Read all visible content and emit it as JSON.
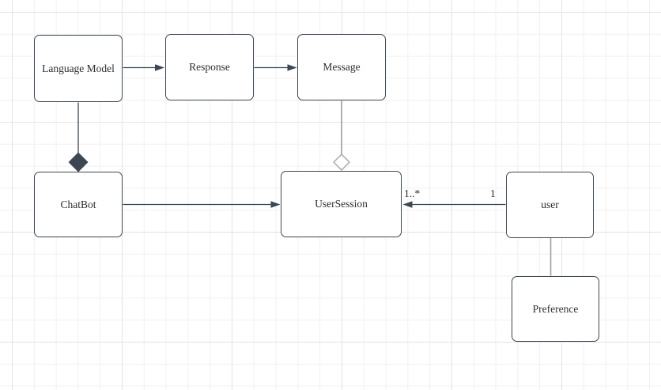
{
  "canvas": {
    "background_color": "#ffffff",
    "grid_minor_color": "#f1f1f2",
    "grid_major_color": "#e4e4e6"
  },
  "palette": {
    "background-color": "#ffffff",
    "grid-minor-color": "#f1f1f2",
    "grid-major-color": "#e4e4e6",
    "node-fill": "#ffffff",
    "node-stroke": "#3c4753",
    "connector-dark": "#3c4753",
    "connector-gray": "#a5a5a5",
    "label-text": "#2b2e33"
  },
  "diagram": {
    "nodes": [
      {
        "id": "language-model",
        "label": "Language Model"
      },
      {
        "id": "response",
        "label": "Response"
      },
      {
        "id": "message",
        "label": "Message"
      },
      {
        "id": "chatbot",
        "label": "ChatBot"
      },
      {
        "id": "user-session",
        "label": "UserSession"
      },
      {
        "id": "user",
        "label": "user"
      },
      {
        "id": "preference",
        "label": "Preference"
      }
    ],
    "edges": [
      {
        "from": "language-model",
        "to": "response",
        "type": "directed-arrow"
      },
      {
        "from": "response",
        "to": "message",
        "type": "directed-arrow"
      },
      {
        "from": "language-model",
        "to": "chatbot",
        "type": "composition-filled-diamond"
      },
      {
        "from": "message",
        "to": "user-session",
        "type": "aggregation-hollow-diamond"
      },
      {
        "from": "chatbot",
        "to": "user-session",
        "type": "directed-arrow"
      },
      {
        "from": "user",
        "to": "user-session",
        "type": "directed-arrow",
        "source_multiplicity": "1",
        "target_multiplicity": "1..*"
      },
      {
        "from": "user",
        "to": "preference",
        "type": "plain-line"
      }
    ]
  }
}
